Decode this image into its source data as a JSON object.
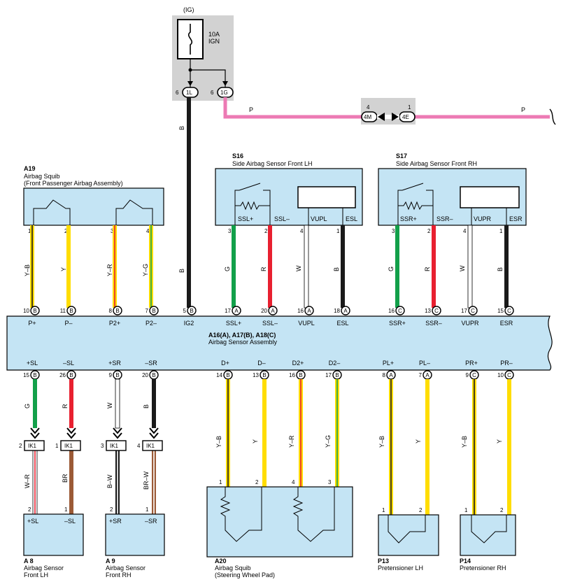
{
  "ignition": {
    "label": "(IG)",
    "fuse_line1": "10A",
    "fuse_line2": "IGN",
    "conn_1l": "1L",
    "conn_1g": "1G",
    "pin_1l": "6",
    "pin_1g": "6",
    "wire_b": "B",
    "wire_p": "P",
    "joint_4m": "4M",
    "joint_4e": "4E",
    "joint_pin_left": "4",
    "joint_pin_right": "1"
  },
  "a19": {
    "code": "A19",
    "name1": "Airbag Squib",
    "name2": "(Front Passenger Airbag Assembly)",
    "pins": [
      "1",
      "2",
      "3",
      "4"
    ],
    "wires": [
      "Y–B",
      "Y",
      "Y–R",
      "Y–G"
    ]
  },
  "s16": {
    "code": "S16",
    "name": "Side Airbag Sensor Front LH",
    "terms": [
      "SSL+",
      "SSL–",
      "VUPL",
      "ESL"
    ],
    "pins": [
      "3",
      "2",
      "4",
      "1"
    ],
    "wires": [
      "G",
      "R",
      "W",
      "B"
    ]
  },
  "s17": {
    "code": "S17",
    "name": "Side Airbag Sensor Front RH",
    "terms": [
      "SSR+",
      "SSR–",
      "VUPR",
      "ESR"
    ],
    "pins": [
      "3",
      "2",
      "4",
      "1"
    ],
    "wires": [
      "G",
      "R",
      "W",
      "B"
    ]
  },
  "ecu": {
    "code": "A16(A), A17(B), A18(C)",
    "name": "Airbag Sensor Assembly",
    "top_terms": [
      "P+",
      "P–",
      "P2+",
      "P2–",
      "IG2",
      "SSL+",
      "SSL–",
      "VUPL",
      "ESL",
      "SSR+",
      "SSR–",
      "VUPR",
      "ESR"
    ],
    "top_pins": [
      "10",
      "11",
      "8",
      "7",
      "5",
      "17",
      "20",
      "16",
      "18",
      "16",
      "13",
      "17",
      "15"
    ],
    "top_conns": [
      "B",
      "B",
      "B",
      "B",
      "B",
      "A",
      "A",
      "A",
      "A",
      "C",
      "C",
      "C",
      "C"
    ],
    "bot_terms": [
      "+SL",
      "–SL",
      "+SR",
      "–SR",
      "D+",
      "D–",
      "D2+",
      "D2–",
      "PL+",
      "PL–",
      "PR+",
      "PR–"
    ],
    "bot_pins": [
      "15",
      "26",
      "9",
      "20",
      "14",
      "13",
      "16",
      "17",
      "8",
      "7",
      "9",
      "10"
    ],
    "bot_conns": [
      "B",
      "B",
      "B",
      "B",
      "B",
      "B",
      "B",
      "B",
      "A",
      "A",
      "C",
      "C"
    ]
  },
  "side_wires": {
    "upper": [
      "G",
      "R",
      "W",
      "B"
    ],
    "ik1": "IK1",
    "ik1_pins": [
      "2",
      "1",
      "3",
      "4"
    ],
    "lower": [
      "W–R",
      "BR",
      "B–W",
      "BR–W"
    ]
  },
  "a8": {
    "code": "A 8",
    "name1": "Airbag Sensor",
    "name2": "Front LH",
    "terms": [
      "+SL",
      "–SL"
    ],
    "pins": [
      "2",
      "1"
    ]
  },
  "a9": {
    "code": "A 9",
    "name1": "Airbag Sensor",
    "name2": "Front RH",
    "terms": [
      "+SR",
      "–SR"
    ],
    "pins": [
      "2",
      "1"
    ]
  },
  "a20": {
    "code": "A20",
    "name1": "Airbag Squib",
    "name2": "(Steering Wheel Pad)",
    "pins": [
      "1",
      "2",
      "4",
      "3"
    ],
    "wires": [
      "Y–B",
      "Y",
      "Y–R",
      "Y–G"
    ]
  },
  "p13": {
    "code": "P13",
    "name": "Pretensioner LH",
    "pins": [
      "1",
      "2"
    ],
    "wires": [
      "Y–B",
      "Y"
    ]
  },
  "p14": {
    "code": "P14",
    "name": "Pretensioner RH",
    "pins": [
      "1",
      "2"
    ],
    "wires": [
      "Y–B",
      "Y"
    ]
  },
  "colors": {
    "component_fill": "#c4e4f4",
    "gray_box": "#d2d2d2",
    "wire_yellow": "#ffdd00",
    "wire_green": "#12a04a",
    "wire_red": "#e82030",
    "wire_black": "#1a1a1a",
    "wire_pink": "#ec7ab4",
    "wire_brown": "#9b5a36"
  }
}
